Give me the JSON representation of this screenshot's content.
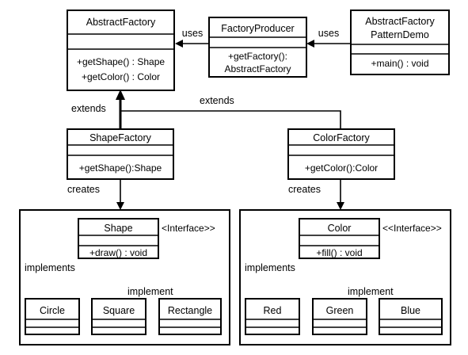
{
  "classes": {
    "abstract_factory": {
      "title": "AbstractFactory",
      "methods": [
        "+getShape() : Shape",
        "+getColor() : Color"
      ]
    },
    "factory_producer": {
      "title": "FactoryProducer",
      "methods": [
        "+getFactory():",
        "AbstractFactory"
      ]
    },
    "demo": {
      "title_lines": [
        "AbstractFactory",
        "PatternDemo"
      ],
      "methods": [
        "+main() : void"
      ]
    },
    "shape_factory": {
      "title": "ShapeFactory",
      "methods": [
        "+getShape():Shape"
      ]
    },
    "color_factory": {
      "title": "ColorFactory",
      "methods": [
        "+getColor():Color"
      ]
    },
    "shape": {
      "title": "Shape",
      "stereotype": "<Interface>>",
      "methods": [
        "+draw() : void"
      ]
    },
    "color": {
      "title": "Color",
      "stereotype": "<<Interface>>",
      "methods": [
        "+fill() : void"
      ]
    },
    "circle": {
      "title": "Circle"
    },
    "square": {
      "title": "Square"
    },
    "rectangle": {
      "title": "Rectangle"
    },
    "red": {
      "title": "Red"
    },
    "green": {
      "title": "Green"
    },
    "blue": {
      "title": "Blue"
    }
  },
  "labels": {
    "uses_left": "uses",
    "uses_right": "uses",
    "extends_left": "extends",
    "extends_right": "extends",
    "creates_left": "creates",
    "creates_right": "creates",
    "implements_left": "implements",
    "implement_left": "implement",
    "implements_right": "implements",
    "implement_right": "implement"
  }
}
